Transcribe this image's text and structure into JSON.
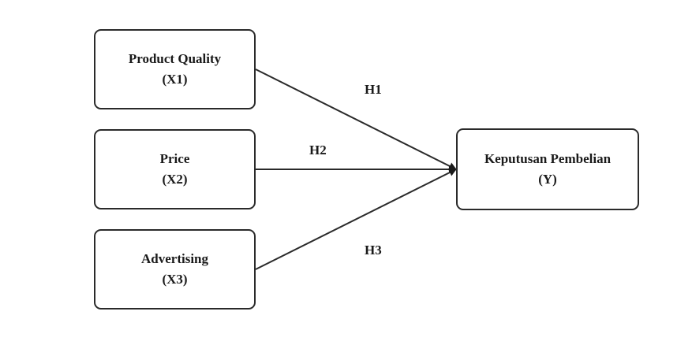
{
  "nodes": {
    "x1": {
      "name": "Product Quality",
      "code": "(X1)"
    },
    "x2": {
      "name": "Price",
      "code": "(X2)"
    },
    "x3": {
      "name": "Advertising",
      "code": "(X3)"
    },
    "y": {
      "name": "Keputusan Pembelian",
      "code": "(Y)"
    }
  },
  "hypotheses": {
    "h1": "H1",
    "h2": "H2",
    "h3": "H3"
  },
  "colors": {
    "stroke": "#2a2a2a",
    "text": "#1a1a1a",
    "background": "#ffffff"
  }
}
